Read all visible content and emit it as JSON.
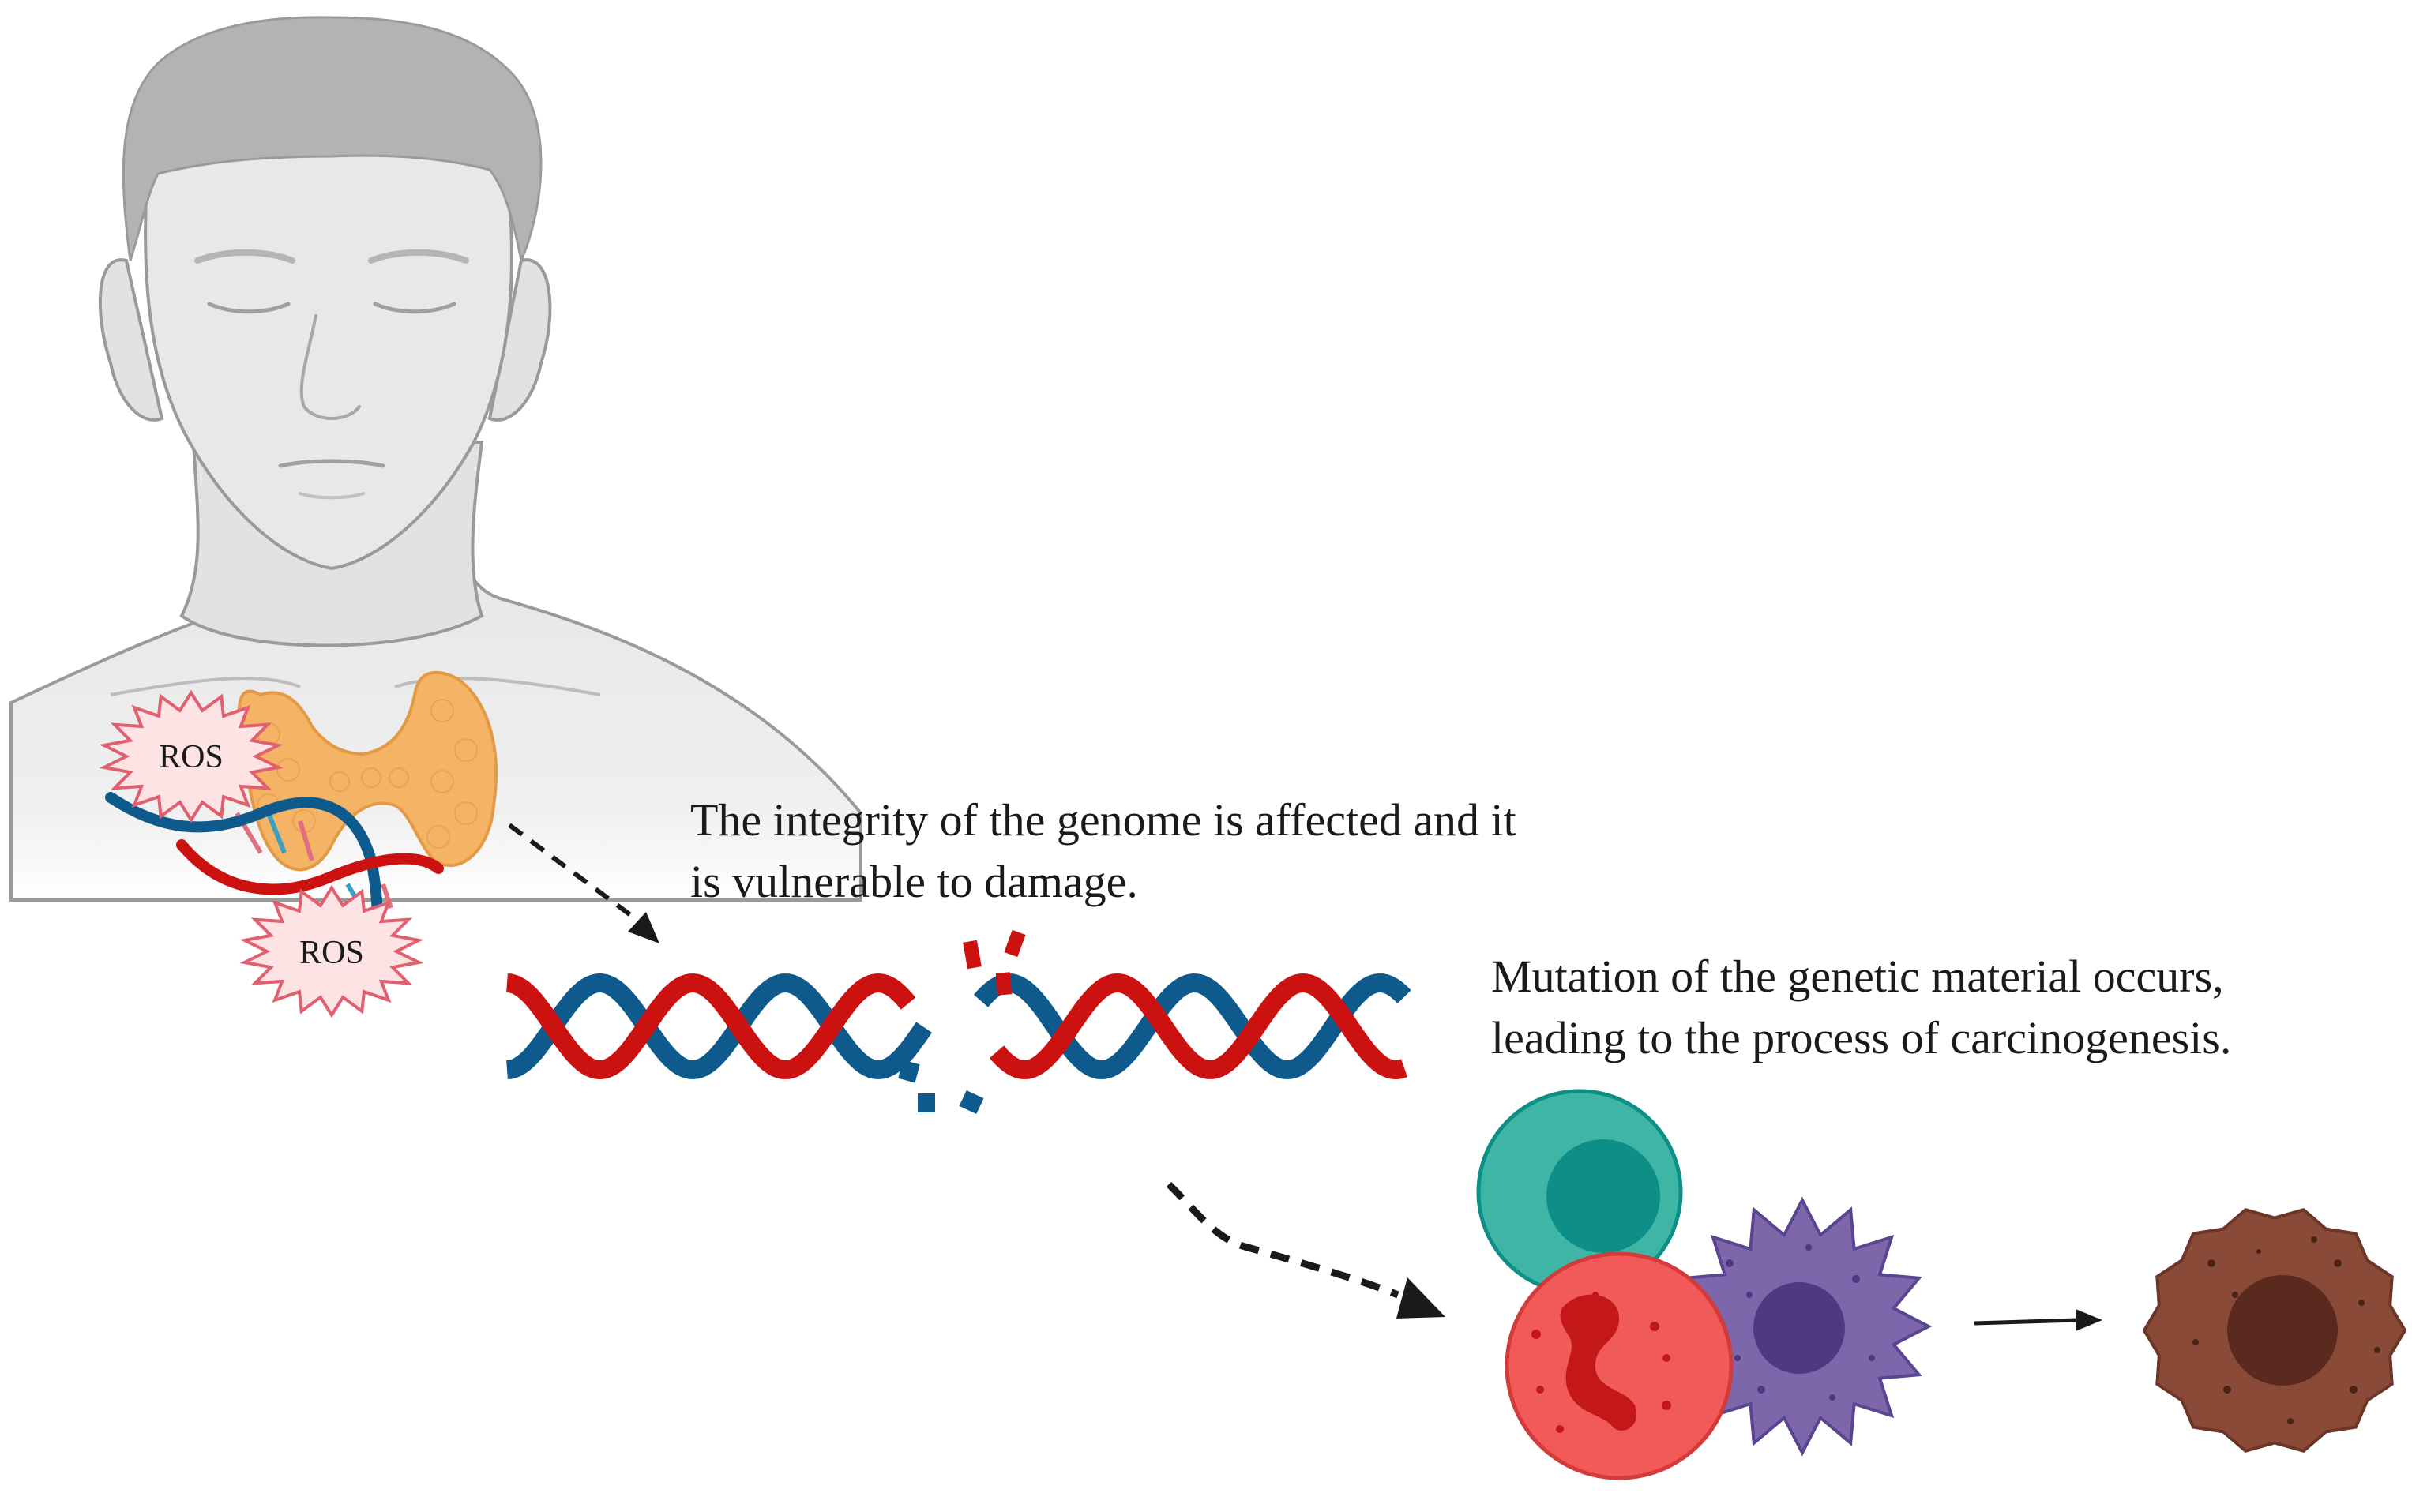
{
  "labels": {
    "ros_top": "ROS",
    "ros_bottom": "ROS",
    "step1_line1": "The integrity of the genome is affected and it",
    "step1_line2": "is vulnerable to damage.",
    "step2_line1": "Mutation of the genetic material occurs,",
    "step2_line2": "leading to the process of carcinogenesis."
  },
  "colors": {
    "skin": "#e6e6e6",
    "hair": "#b3b3b3",
    "outline": "#9a9a9a",
    "thyroid": "#f5b366",
    "dna_red": "#cc1111",
    "dna_blue": "#0f5a8c",
    "ros_fill": "#fde3e3",
    "ros_stroke": "#e06070",
    "teal_cell": "#3fb5a6",
    "teal_nucleus": "#0d8f87",
    "red_cell": "#f25a5a",
    "red_nucleus": "#c41818",
    "purple_cell": "#7d66aa",
    "purple_nucleus": "#4f3a80",
    "cancer_cell": "#8a4a38",
    "cancer_nucleus": "#5a2a1e",
    "arrow": "#1a1a1a"
  },
  "icons": [
    "human-head-icon",
    "thyroid-gland-icon",
    "dna-helix-icon",
    "broken-dna-icon",
    "immune-cells-icon",
    "cancer-cell-icon"
  ]
}
